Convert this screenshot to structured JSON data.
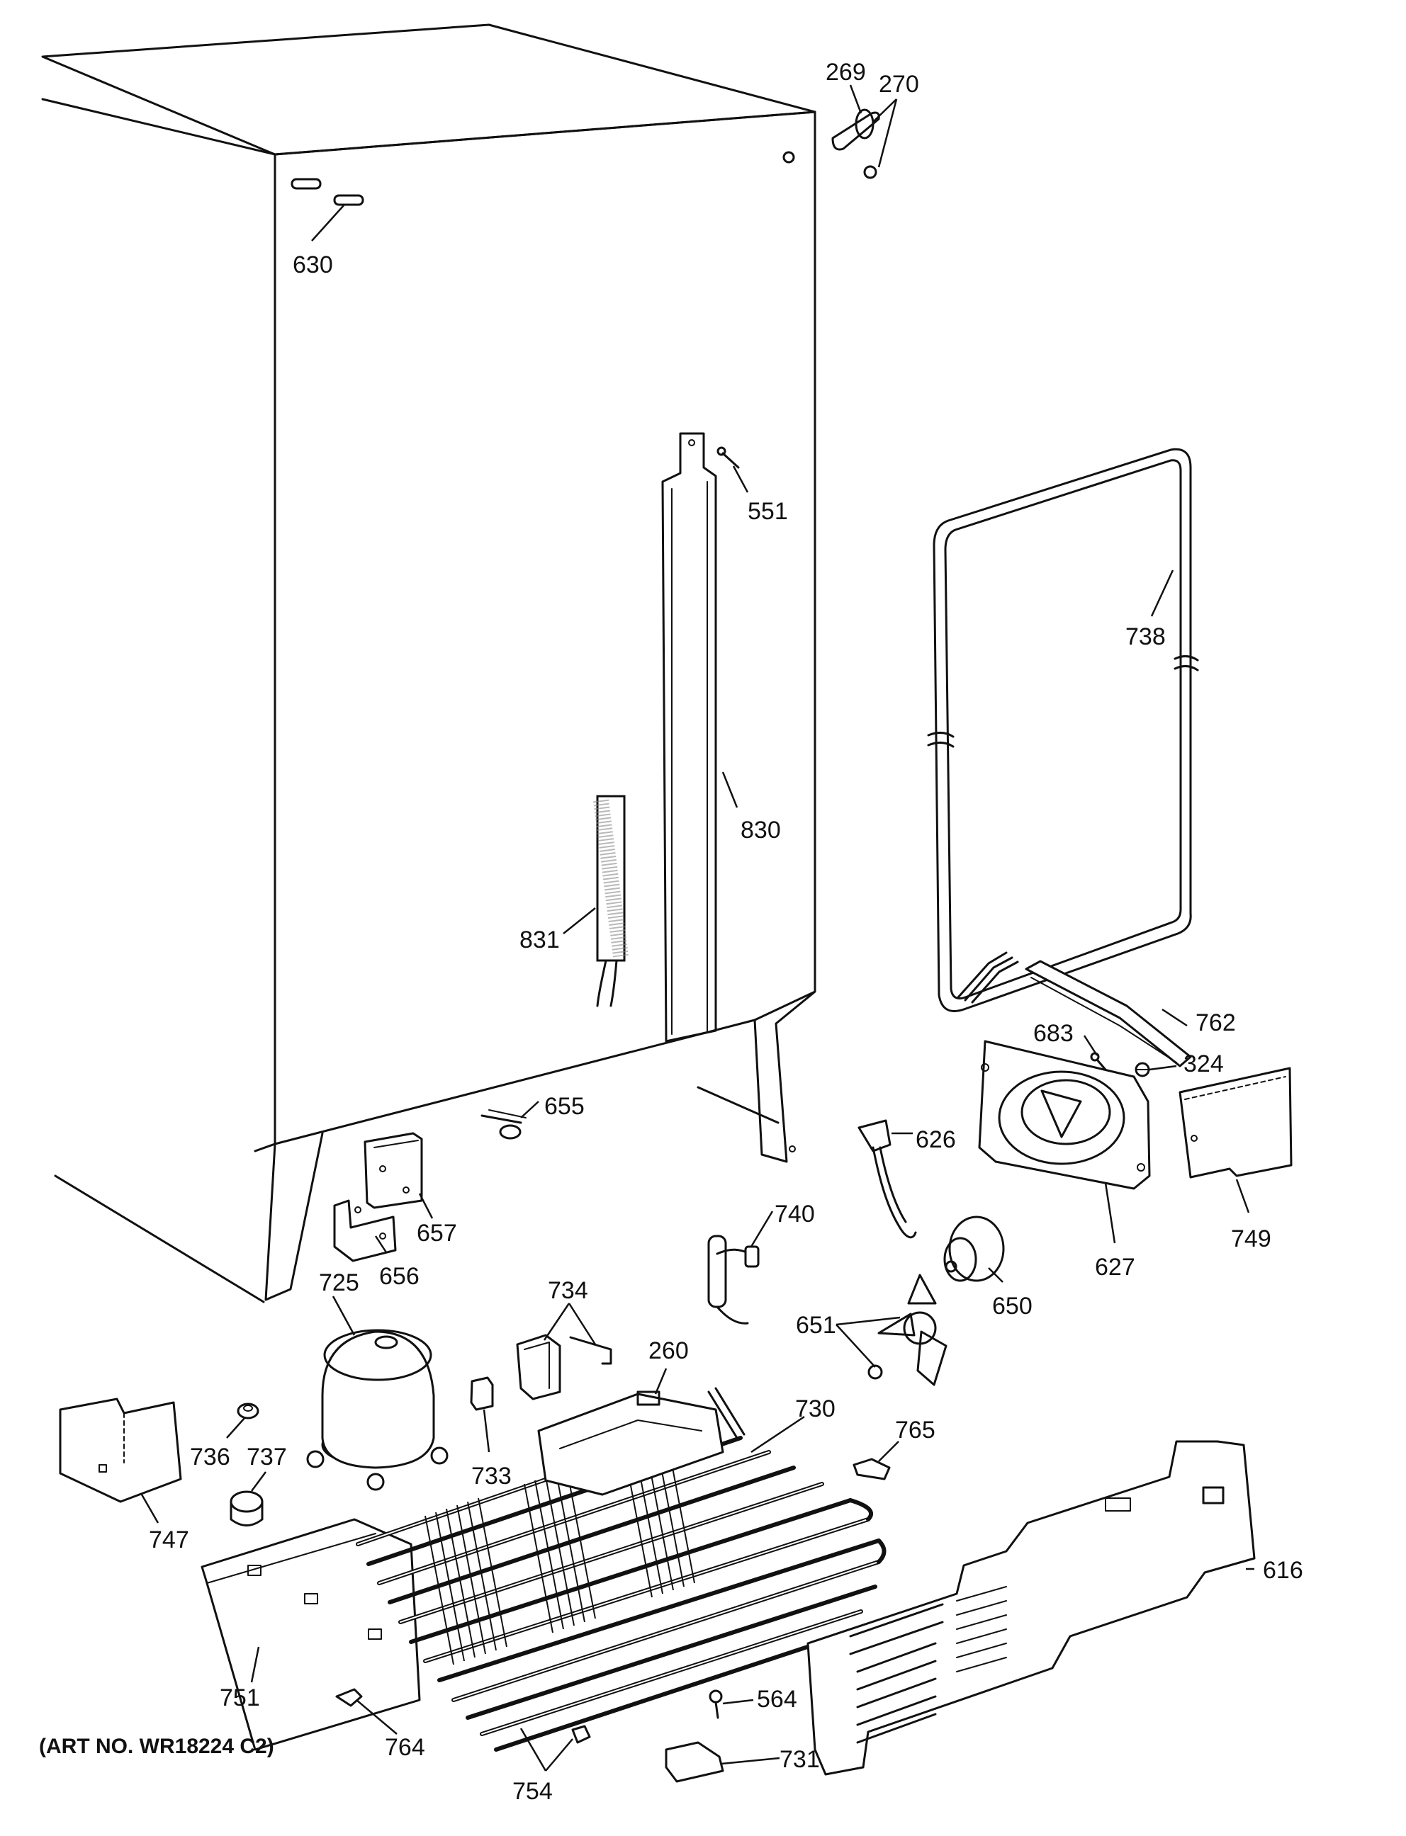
{
  "diagram": {
    "art_number": "(ART NO. WR18224 C2)",
    "parts": [
      "269",
      "270",
      "630",
      "551",
      "738",
      "830",
      "831",
      "762",
      "683",
      "324",
      "655",
      "626",
      "749",
      "657",
      "656",
      "740",
      "627",
      "725",
      "734",
      "650",
      "651",
      "260",
      "730",
      "765",
      "736",
      "737",
      "733",
      "747",
      "616",
      "751",
      "564",
      "764",
      "731",
      "754"
    ]
  }
}
